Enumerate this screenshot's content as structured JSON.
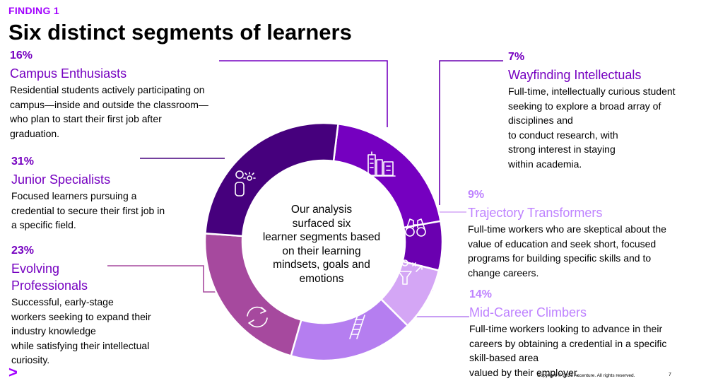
{
  "header": {
    "finding": "FINDING 1",
    "title": "Six distinct segments of learners"
  },
  "center": {
    "lines": [
      "Our analysis",
      "surfaced six",
      "learner segments based",
      "on their learning",
      "mindsets, goals and",
      "emotions"
    ]
  },
  "segments": [
    {
      "percent": "16%",
      "name_lines": [
        "Campus Enthusiasts"
      ],
      "desc_lines": [
        "Residential students actively participating on",
        "campus—inside and outside the classroom—",
        "who plan to start their first job after",
        "graduation."
      ],
      "color": "#7500c0",
      "icon": "buildings-icon"
    },
    {
      "percent": "7%",
      "name_lines": [
        "Wayfinding Intellectuals"
      ],
      "desc_lines": [
        "Full-time, intellectually curious student",
        "seeking to explore a broad array of",
        "disciplines and",
        "to conduct research, with",
        "strong interest in staying",
        "within academia."
      ],
      "color": "#6a00b0",
      "icon": "binoculars-icon"
    },
    {
      "percent": "9%",
      "name_lines": [
        "Trajectory Transformers"
      ],
      "desc_lines": [
        "Full-time workers who are skeptical about the",
        "value of education and seek short, focused",
        "programs for building specific skills and to",
        "change careers."
      ],
      "color": "#d4a6f5",
      "icon": "person-goal-icon"
    },
    {
      "percent": "14%",
      "name_lines": [
        "Mid-Career Climbers"
      ],
      "desc_lines": [
        "Full-time workers looking to advance in their",
        "careers by obtaining a credential in a specific",
        "skill-based area",
        "valued by their employer."
      ],
      "color": "#b57ef0",
      "icon": "ladder-icon"
    },
    {
      "percent": "23%",
      "name_lines": [
        "Evolving",
        "Professionals"
      ],
      "desc_lines": [
        "Successful, early-stage",
        "workers seeking to expand their",
        "industry knowledge",
        "while satisfying their intellectual",
        "curiosity."
      ],
      "color": "#a6499e",
      "icon": "cycle-arrows-icon"
    },
    {
      "percent": "31%",
      "name_lines": [
        "Junior Specialists"
      ],
      "desc_lines": [
        "Focused learners pursuing a",
        "credential to secure their first job in",
        "a specific field."
      ],
      "color": "#46007d",
      "icon": "person-idea-icon"
    }
  ],
  "footer": {
    "caret": ">",
    "copyright": "Copyright © 2021 Accenture. All rights reserved.",
    "page": "7"
  }
}
